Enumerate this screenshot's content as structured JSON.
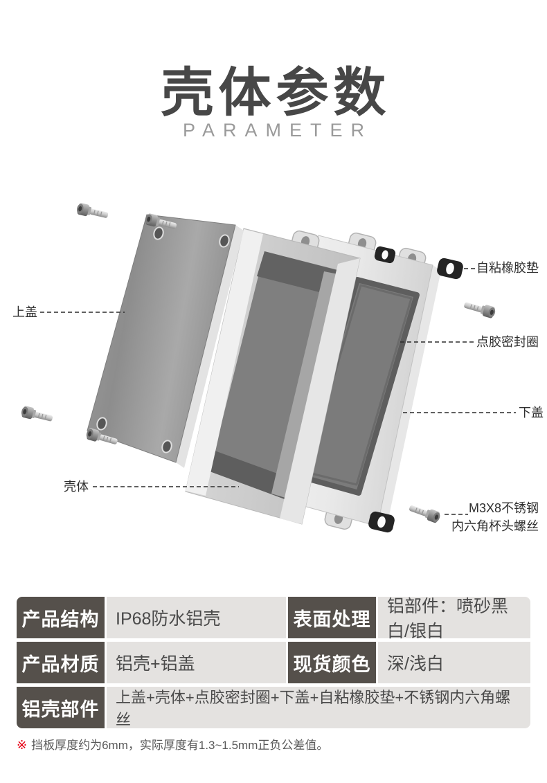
{
  "header": {
    "title": "壳体参数",
    "subtitle": "PARAMETER"
  },
  "diagram": {
    "callouts": [
      {
        "id": "top-cover",
        "label": "上盖"
      },
      {
        "id": "shell",
        "label": "壳体"
      },
      {
        "id": "rubber-pad",
        "label": "自粘橡胶垫"
      },
      {
        "id": "seal-ring",
        "label": "点胶密封圈"
      },
      {
        "id": "bottom-cover",
        "label": "下盖"
      },
      {
        "id": "screw",
        "label_line1": "M3X8不锈钢",
        "label_line2": "内六角杯头螺丝"
      }
    ],
    "parts": [
      "上盖",
      "壳体",
      "点胶密封圈",
      "下盖",
      "自粘橡胶垫",
      "M3X8不锈钢内六角杯头螺丝"
    ]
  },
  "spec_table": {
    "rows": [
      {
        "cells": [
          {
            "type": "header",
            "text": "产品结构"
          },
          {
            "type": "value",
            "text": "IP68防水铝壳"
          },
          {
            "type": "header",
            "text": "表面处理"
          },
          {
            "type": "value",
            "text": "铝部件：喷砂黑白/银白"
          }
        ]
      },
      {
        "cells": [
          {
            "type": "header",
            "text": "产品材质"
          },
          {
            "type": "value",
            "text": "铝壳+铝盖"
          },
          {
            "type": "header",
            "text": "现货颜色"
          },
          {
            "type": "value",
            "text": "深/浅白"
          }
        ]
      },
      {
        "cells": [
          {
            "type": "header",
            "text": "铝壳部件"
          },
          {
            "type": "value",
            "text": "上盖+壳体+点胶密封圈+下盖+自粘橡胶垫+不锈钢内六角螺丝"
          }
        ]
      }
    ],
    "colors": {
      "header_bg": "#55504b",
      "value_bg": "#e4e2e0",
      "header_text": "#ffffff",
      "value_text": "#4a4a4a"
    }
  },
  "footnote": {
    "marker": "※",
    "marker_color": "#e60012",
    "text": "挡板厚度约为6mm，实际厚度有1.3~1.5mm正负公差值。"
  }
}
